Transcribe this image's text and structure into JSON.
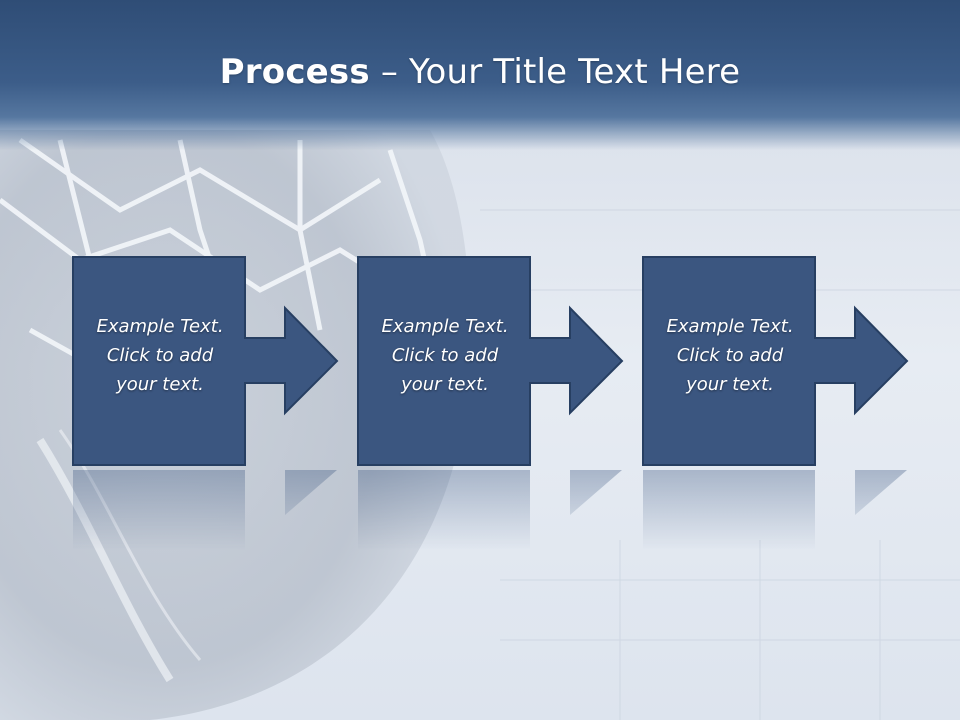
{
  "slide": {
    "title": {
      "bold": "Process",
      "regular": "– Your Title Text Here"
    }
  },
  "steps": [
    {
      "lines": [
        "Example Text.",
        "Click  to add",
        "your text."
      ]
    },
    {
      "lines": [
        "Example Text.",
        "Click  to add",
        "your text."
      ]
    },
    {
      "lines": [
        "Example Text.",
        "Click  to add",
        "your text."
      ]
    }
  ],
  "colors": {
    "title_band": "#34527c",
    "box_fill": "#3b5680",
    "box_border": "#273f62",
    "text": "#ffffff"
  },
  "background_image": "ice-hockey-net-photo"
}
